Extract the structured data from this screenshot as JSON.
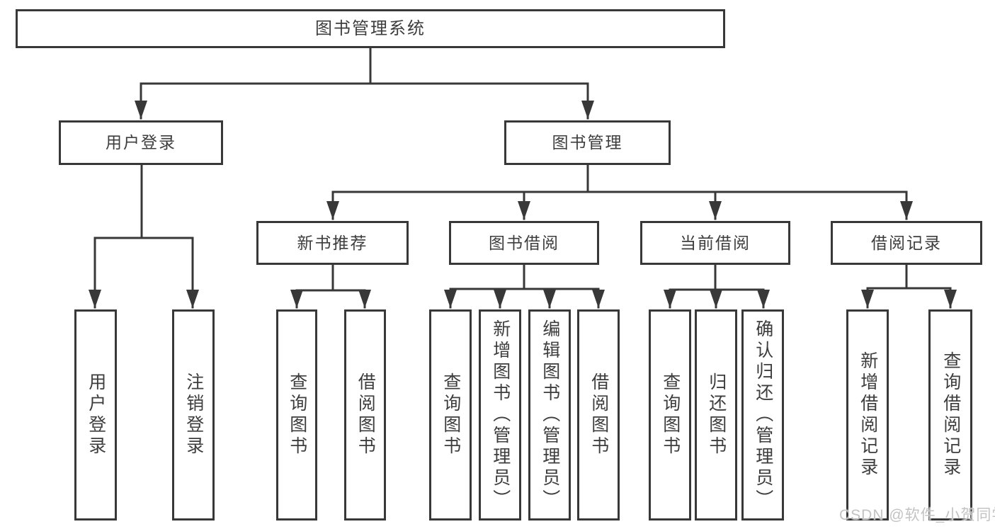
{
  "tree": {
    "root": {
      "label": "图书管理系统",
      "children": [
        {
          "label": "用户登录",
          "children": [
            {
              "label": "用户登录"
            },
            {
              "label": "注销登录"
            }
          ]
        },
        {
          "label": "图书管理",
          "children": [
            {
              "label": "新书推荐",
              "children": [
                {
                  "label": "查询图书"
                },
                {
                  "label": "借阅图书"
                }
              ]
            },
            {
              "label": "图书借阅",
              "children": [
                {
                  "label": "查询图书"
                },
                {
                  "label": "新增图书（管理员）"
                },
                {
                  "label": "编辑图书（管理员）"
                },
                {
                  "label": "借阅图书"
                }
              ]
            },
            {
              "label": "当前借阅",
              "children": [
                {
                  "label": "查询图书"
                },
                {
                  "label": "归还图书"
                },
                {
                  "label": "确认归还（管理员）"
                }
              ]
            },
            {
              "label": "借阅记录",
              "children": [
                {
                  "label": "新增借阅记录"
                },
                {
                  "label": "查询借阅记录"
                }
              ]
            }
          ]
        }
      ]
    }
  },
  "watermark": {
    "text": "CSDN @软件_小贺同学"
  },
  "colors": {
    "line": "#383838",
    "text": "#3d3d3d",
    "background": "#ffffff",
    "watermark": "#c3c3c3"
  }
}
